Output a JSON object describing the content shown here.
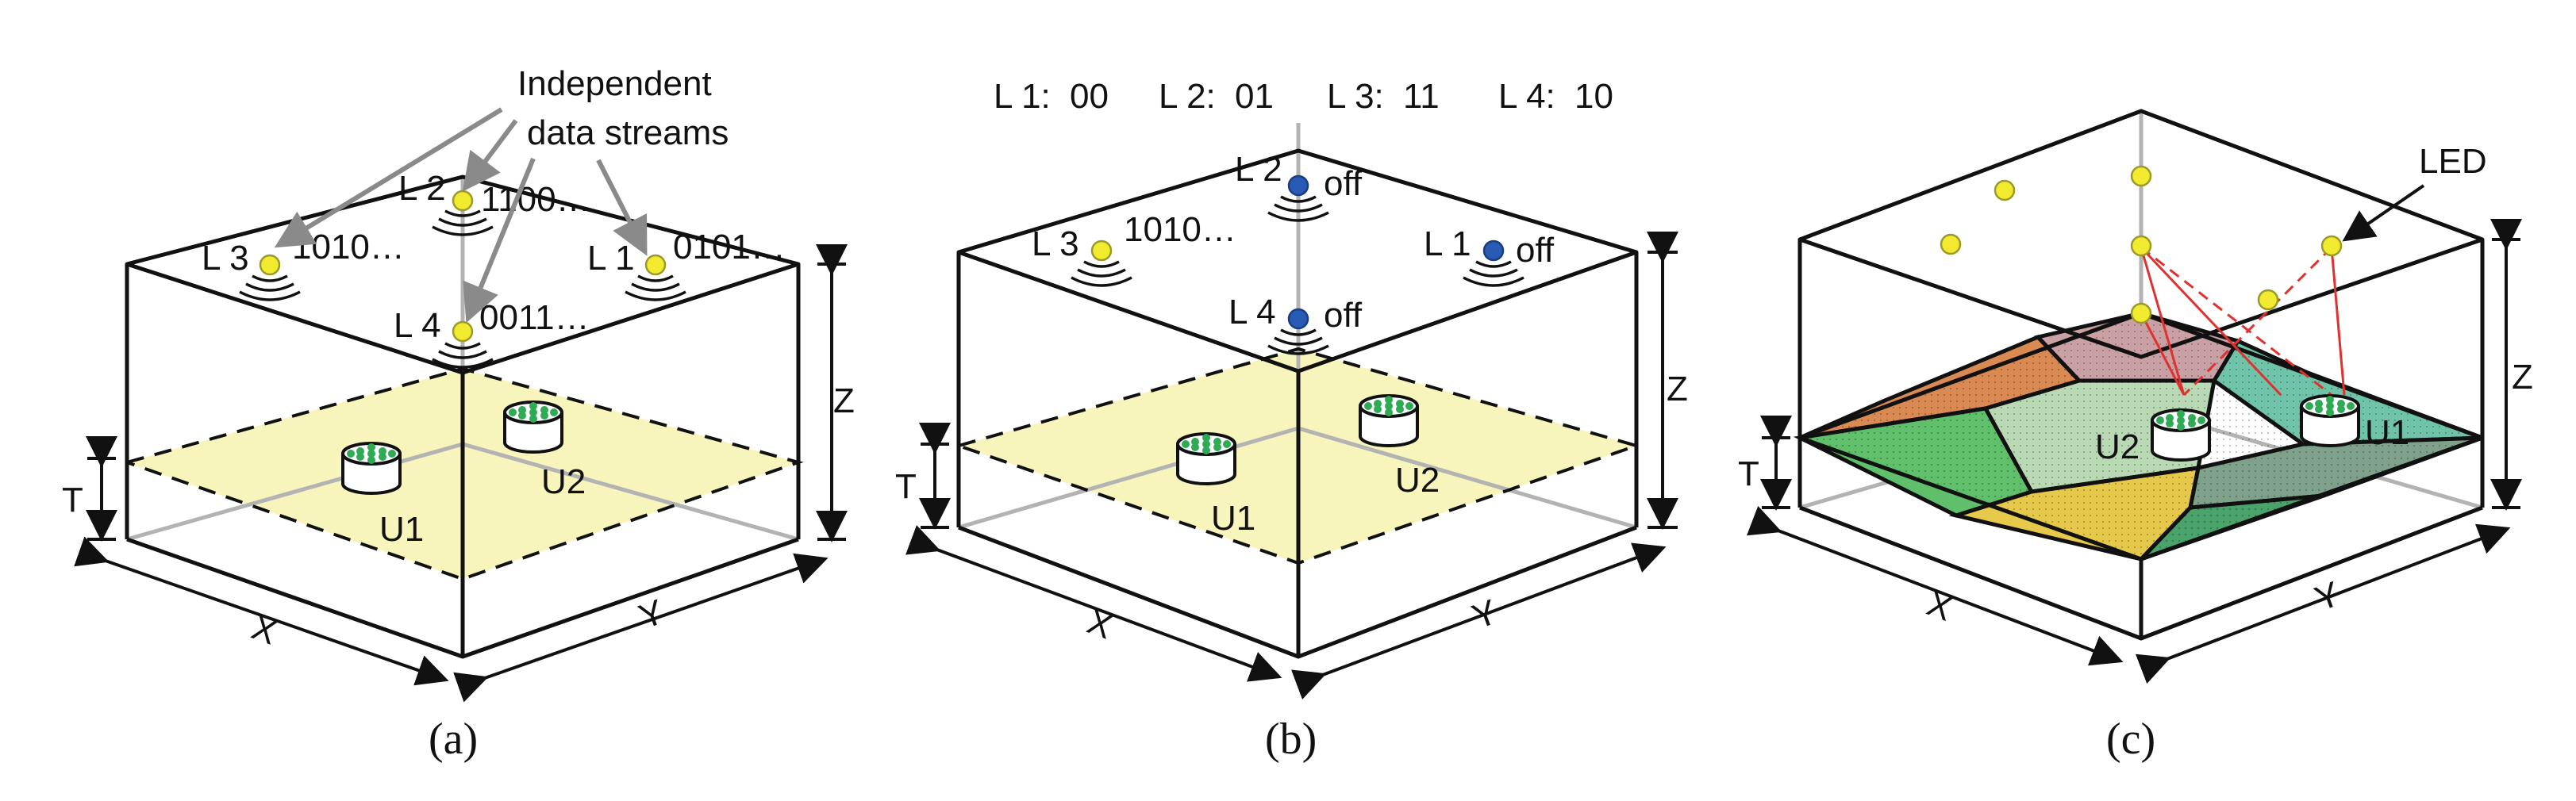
{
  "panels": [
    {
      "caption": "(a)",
      "annotation": [
        "Independent",
        "data streams"
      ],
      "leds": [
        {
          "label": "L 1",
          "stream": "0101…",
          "color": "#f0a81e"
        },
        {
          "label": "L 2",
          "stream": "1100…",
          "color": "#7a2e9e"
        },
        {
          "label": "L 3",
          "stream": "1010…",
          "color": "#e52a2a"
        },
        {
          "label": "L 4",
          "stream": "0011…",
          "color": "#22a34a"
        }
      ],
      "users": [
        "U1",
        "U2"
      ],
      "dims": {
        "x": "X",
        "y": "Y",
        "z": "Z",
        "t": "T"
      }
    },
    {
      "caption": "(b)",
      "codes": [
        {
          "label": "L 1:",
          "code": "00",
          "color": "#2a5bb4"
        },
        {
          "label": "L 2:",
          "code": "01",
          "color": "#2a5bb4"
        },
        {
          "label": "L 3:",
          "code": "11",
          "color": "#e52a2a"
        },
        {
          "label": "L 4:",
          "code": "10",
          "color": "#2a5bb4"
        }
      ],
      "leds": [
        {
          "label": "L 1",
          "state": "off"
        },
        {
          "label": "L 2",
          "state": "off"
        },
        {
          "label": "L 3",
          "stream": "1010…",
          "color": "#e52a2a"
        },
        {
          "label": "L 4",
          "state": "off"
        }
      ],
      "users": [
        "U1",
        "U2"
      ],
      "dims": {
        "x": "X",
        "y": "Y",
        "z": "Z",
        "t": "T"
      }
    },
    {
      "caption": "(c)",
      "annotation": "LED",
      "users": [
        "U2",
        "U1"
      ],
      "dims": {
        "x": "X",
        "y": "Y",
        "z": "Z",
        "t": "T"
      },
      "region_colors": [
        "#d98a52",
        "#c9a0a3",
        "#5fbf6a",
        "#b9d9b5",
        "#6fc3a8",
        "#e6c94a",
        "#7fa08a",
        "#4aa36b"
      ]
    }
  ]
}
